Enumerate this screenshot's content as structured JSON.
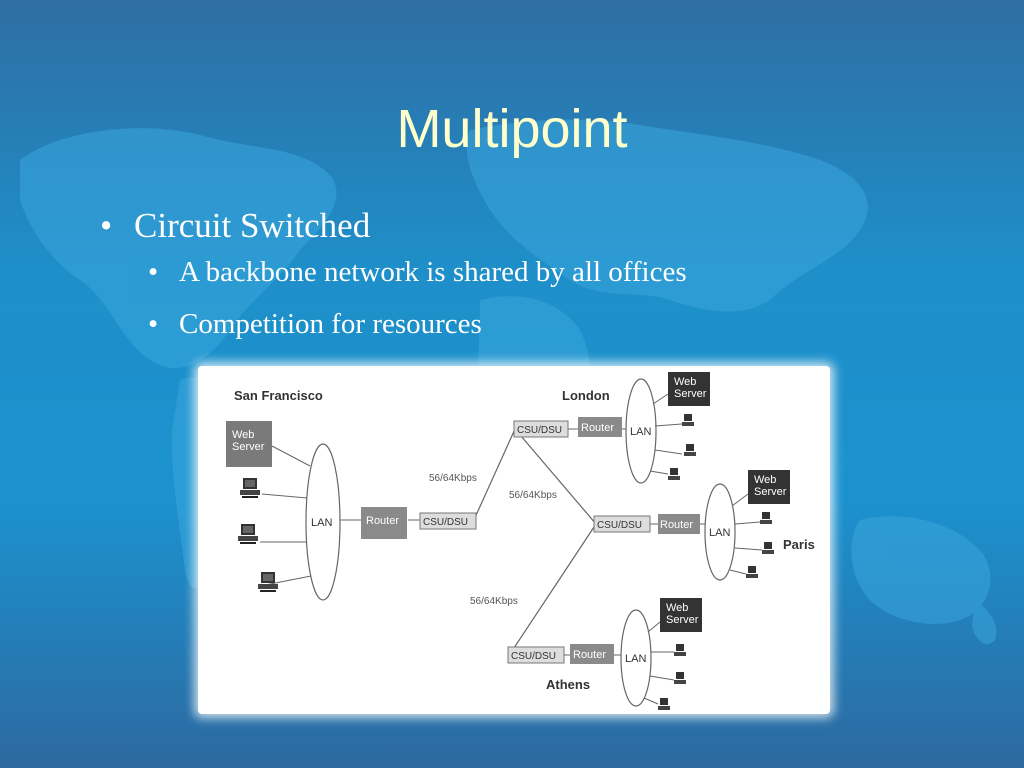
{
  "slide": {
    "title": "Multipoint",
    "bullets": [
      {
        "text": "Circuit Switched",
        "level": 1
      },
      {
        "text": "A backbone network is shared by all offices",
        "level": 2
      },
      {
        "text": "Competition for resources",
        "level": 2
      }
    ],
    "colors": {
      "title": "#ffffcc",
      "bullet_text": "#ffffff",
      "background": "#1e8fc9"
    }
  },
  "diagram": {
    "sites": {
      "sf": {
        "name": "San Francisco",
        "server": "Web Server",
        "lan": "LAN",
        "router": "Router",
        "csu": "CSU/DSU"
      },
      "london": {
        "name": "London",
        "server": "Web Server",
        "lan": "LAN",
        "router": "Router",
        "csu": "CSU/DSU"
      },
      "paris": {
        "name": "Paris",
        "server": "Web Server",
        "lan": "LAN",
        "router": "Router",
        "csu": "CSU/DSU"
      },
      "athens": {
        "name": "Athens",
        "server": "Web Server",
        "lan": "LAN",
        "router": "Router",
        "csu": "CSU/DSU"
      }
    },
    "links": {
      "sf_london": "56/64Kbps",
      "london_paris": "56/64Kbps",
      "paris_athens": "56/64Kbps"
    }
  }
}
